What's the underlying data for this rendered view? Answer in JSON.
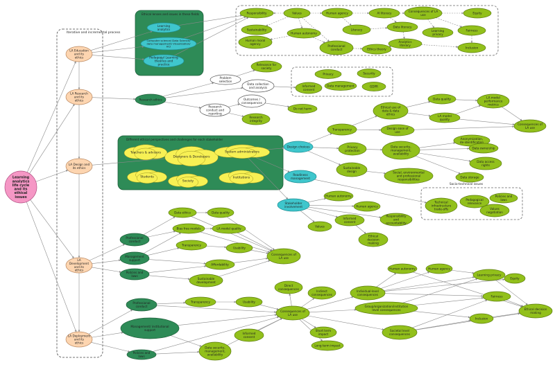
{
  "root": "Learning analytics life cycle and its ethical issues",
  "process_label": "Iterative and incremental process",
  "stages": [
    "LA Education and its ethics",
    "LA Research and its ethics",
    "LA Design and its ethics",
    "LA Development and its ethics",
    "LA Deployment and its ethics"
  ],
  "education": {
    "box_title": "Ethical lenses and issues in these fields",
    "fields": [
      "Learning analytics",
      "Computer science/ Data Science/ data management/ Visualization/ HCI",
      "Pedagogy/ Learning theories and practice"
    ],
    "concepts": [
      "Responsibility",
      "Values",
      "Human agency",
      "AI literacy",
      "Consequences of LA use",
      "Equity",
      "Sustainability",
      "Human autonomy",
      "Literacy",
      "Data literacy",
      "Learning privacy",
      "Fairness",
      "Human moral agency",
      "Professional conduct",
      "Ethics theory",
      "Analytics literacy",
      "Inclusion"
    ]
  },
  "research": {
    "node": "Research ethics",
    "steps": [
      "Problem selection",
      "Data collection and analysis",
      "Research conduct and reporting"
    ],
    "items": [
      "Relevance for society",
      "Privacy",
      "Security",
      "Informed consent",
      "Data management",
      "GDPR",
      "Outcomes / consequences",
      "Do not harm",
      "Research integrity"
    ]
  },
  "design": {
    "box_title": "Different ethical perspectives and challenges for each stakeholder",
    "stakeholders": [
      "Teachers & advisors",
      "Designers & Developers",
      "System administrators",
      "Students",
      "Society",
      "Institutions"
    ],
    "choices": "Design choices",
    "choice_items": [
      "Transparency",
      "Privacy protection",
      "Sustainable design",
      "Ethical use of data & data ethics",
      "Design ease of use",
      "Data security, management, availability",
      "Social, environmental and professional responsibilities",
      "Data quality",
      "LA model quality",
      "LA model performance metrics",
      "Consequences of LA use",
      "Anonymization, de-identification",
      "Data ownership",
      "Data access rights",
      "Data storage"
    ],
    "readiness": "Readiness management",
    "socio_title": "Socio-technical issues",
    "socio_items": [
      "Technical infrastructure trade-offs",
      "Pedagogical relevance",
      "Policies and laws",
      "Values negotiation"
    ],
    "engagement": "Stakeholder involvement",
    "engagement_items": [
      "Human autonomy",
      "Human agency",
      "Informed consent",
      "Responsibility and accountability",
      "Values",
      "Ethical decision making"
    ]
  },
  "development": {
    "actors": [
      "Professional conduct",
      "Management support",
      "Policies and laws"
    ],
    "items": [
      "Data ethics",
      "Data quality",
      "Bias free models",
      "LA model quality",
      "Transparency",
      "Usability",
      "Affordability",
      "Sustainable development",
      "Consequences of LA use"
    ]
  },
  "deployment": {
    "actors": [
      "Professional conduct",
      "Management/ institutional support",
      "Policies and laws"
    ],
    "items": [
      "Transparency",
      "Usability",
      "Informed consent",
      "Data security, management, availability",
      "Consequences of LA use",
      "Direct consequences",
      "Indirect consequences",
      "Short term impact",
      "Long term impact",
      "Individual-level consequences",
      "Group/organization/institution level consequences",
      "Societal level consequences",
      "Human autonomy",
      "Human agency",
      "Learning privacy",
      "Equity",
      "Fairness",
      "Inclusion",
      "Ethical decision making"
    ]
  },
  "colors": {
    "olive": "#92c01b",
    "olive_stroke": "#5b7c0e",
    "dark": "#2e8b57",
    "peach": "#fdd5b0",
    "cyan": "#3fc6cc",
    "pink": "#f597c5",
    "cloud": "#f7f054"
  }
}
